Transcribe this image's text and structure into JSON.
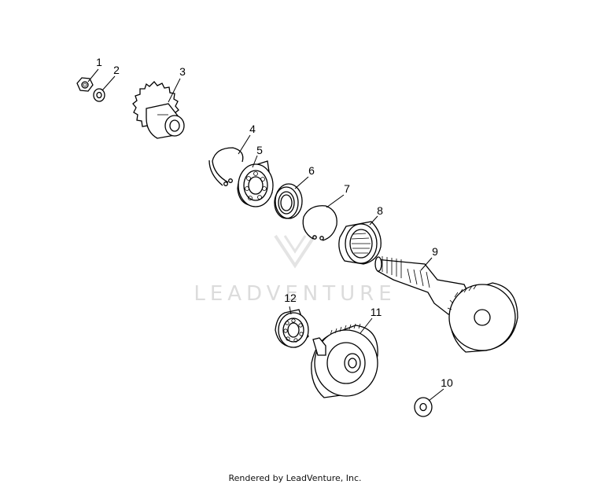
{
  "watermark": {
    "text": "LEADVENTURE"
  },
  "footer": {
    "text": "Rendered by LeadVenture, Inc."
  },
  "callouts": [
    "1",
    "2",
    "3",
    "4",
    "5",
    "6",
    "7",
    "8",
    "9",
    "10",
    "11",
    "12"
  ],
  "colors": {
    "ink": "#000000",
    "watermark": "#dcdcdc",
    "background": "#ffffff"
  }
}
